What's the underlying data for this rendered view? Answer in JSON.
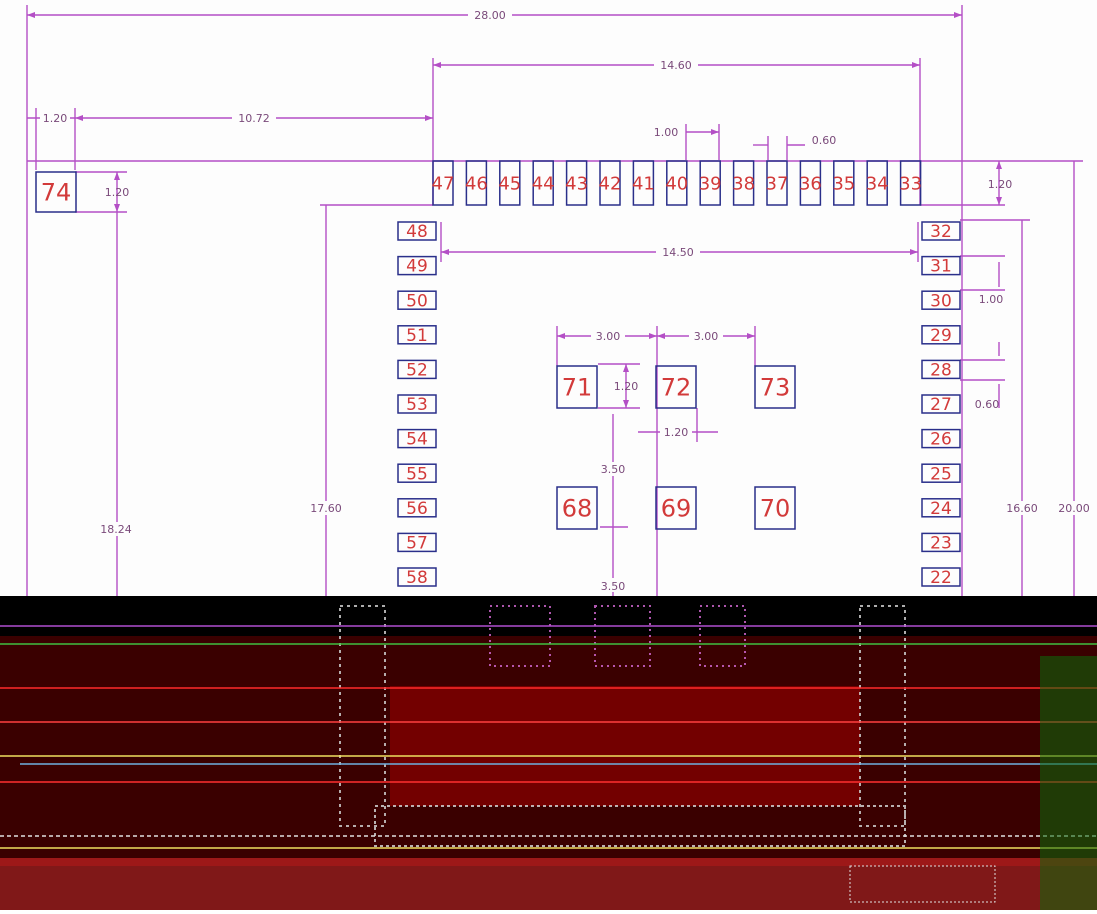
{
  "colors": {
    "dimension_line": "#b44fc6",
    "pad_outline": "#2a2f8a",
    "pad_text": "#d23a3a",
    "dimension_text": "#7a4a7a",
    "background": "#fdfdfd",
    "noise_background": "#000000"
  },
  "dimensions": {
    "overall_width": "28.00",
    "top_row_span": "14.60",
    "left_margin": "1.20",
    "left_offset": "10.72",
    "top_pitch": "1.00",
    "top_gap": "0.60",
    "right_top": "1.20",
    "pad74_height": "1.20",
    "inner_span": "14.50",
    "right_pitch": "1.00",
    "right_gap": "0.60",
    "center_pitch_a": "3.00",
    "center_pitch_b": "3.00",
    "center_pad_size": "1.20",
    "center_pad_width": "1.20",
    "center_vert_a": "3.50",
    "center_vert_b": "3.50",
    "left_height": "18.24",
    "body_height": "17.60",
    "right_height_inner": "16.60",
    "right_height_outer": "20.00"
  },
  "pads": {
    "top": [
      "47",
      "46",
      "45",
      "44",
      "43",
      "42",
      "41",
      "40",
      "39",
      "38",
      "37",
      "36",
      "35",
      "34",
      "33"
    ],
    "left": [
      "48",
      "49",
      "50",
      "51",
      "52",
      "53",
      "54",
      "55",
      "56",
      "57",
      "58"
    ],
    "right": [
      "32",
      "31",
      "30",
      "29",
      "28",
      "27",
      "26",
      "25",
      "24",
      "23",
      "22"
    ],
    "center_row1": [
      "71",
      "72",
      "73"
    ],
    "center_row2": [
      "68",
      "69",
      "70"
    ],
    "corner": "74"
  }
}
